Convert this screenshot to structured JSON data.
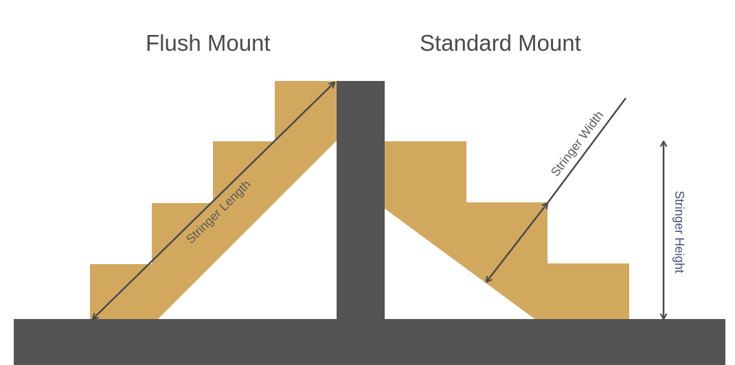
{
  "headings": {
    "flush": "Flush Mount",
    "standard": "Standard Mount"
  },
  "labels": {
    "stringer_length": "Stringer Length",
    "stringer_width": "Stringer Width",
    "stringer_height": "Stringer Height"
  },
  "colors": {
    "wood": "#d2a85f",
    "post": "#545454",
    "ground": "#545454",
    "arrow": "#4a4a4a",
    "height_label": "#3f5175",
    "heading_text": "#4a4a4a"
  }
}
